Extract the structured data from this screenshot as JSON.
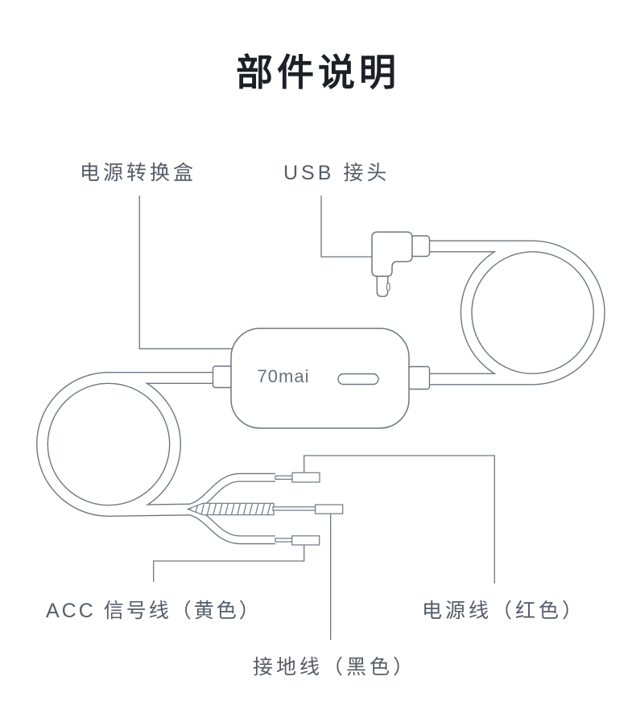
{
  "title": "部件说明",
  "device": {
    "logo": "70mai"
  },
  "labels": {
    "power_box": "电源转换盒",
    "usb_connector": "USB 接头",
    "acc_wire": "ACC 信号线（黄色）",
    "ground_wire": "接地线（黑色）",
    "power_wire": "电源线（红色）"
  },
  "colors": {
    "background": "#ffffff",
    "line": "#6f7680",
    "label_text": "#565d67",
    "title_text": "#1d2026"
  }
}
